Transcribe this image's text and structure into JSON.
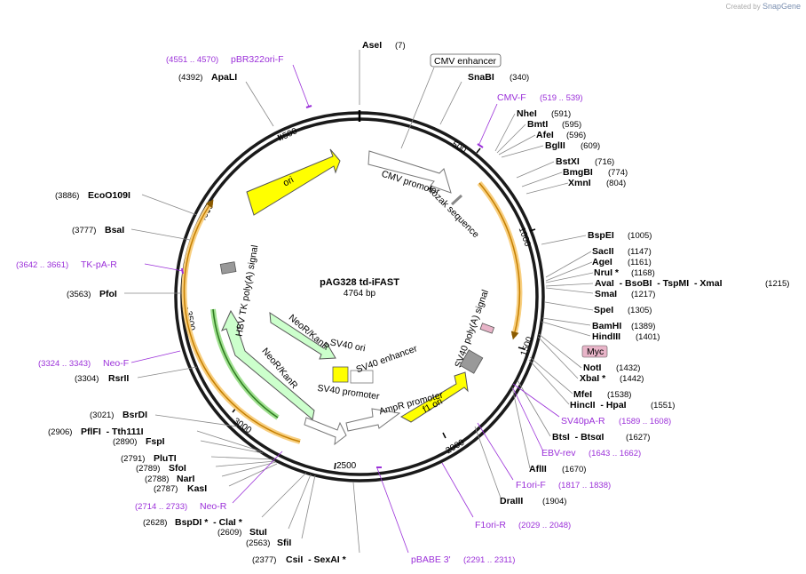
{
  "credit": {
    "created_by": "Created by",
    "brand": "SnapGene"
  },
  "plasmid": {
    "name": "pAG328 td-iFAST",
    "size": "4764 bp"
  },
  "ticks": [
    "500",
    "1000",
    "1500",
    "2000",
    "2500",
    "3000",
    "3500",
    "4000",
    "4500"
  ],
  "enzymes": [
    {
      "name": "AseI",
      "pos": "(7)"
    },
    {
      "name": "SnaBI",
      "pos": "(340)"
    },
    {
      "name": "NheI",
      "pos": "(591)"
    },
    {
      "name": "BmtI",
      "pos": "(595)"
    },
    {
      "name": "AfeI",
      "pos": "(596)"
    },
    {
      "name": "BglII",
      "pos": "(609)"
    },
    {
      "name": "BstXI",
      "pos": "(716)"
    },
    {
      "name": "BmgBI",
      "pos": "(774)"
    },
    {
      "name": "XmnI",
      "pos": "(804)"
    },
    {
      "name": "BspEI",
      "pos": "(1005)"
    },
    {
      "name": "SacII",
      "pos": "(1147)"
    },
    {
      "name": "AgeI",
      "pos": "(1161)"
    },
    {
      "name": "NruI *",
      "pos": "(1168)"
    },
    {
      "name": "AvaI  - BsoBI  - TspMI  - XmaI",
      "pos": "(1215)"
    },
    {
      "name": "SmaI",
      "pos": "(1217)"
    },
    {
      "name": "SpeI",
      "pos": "(1305)"
    },
    {
      "name": "BamHI",
      "pos": "(1389)"
    },
    {
      "name": "HindIII",
      "pos": "(1401)"
    },
    {
      "name": "NotI",
      "pos": "(1432)"
    },
    {
      "name": "XbaI *",
      "pos": "(1442)"
    },
    {
      "name": "MfeI",
      "pos": "(1538)"
    },
    {
      "name": "HincII  - HpaI",
      "pos": "(1551)"
    },
    {
      "name": "BtsI  - BtsαI",
      "pos": "(1627)"
    },
    {
      "name": "AflII",
      "pos": "(1670)"
    },
    {
      "name": "DraIII",
      "pos": "(1904)"
    },
    {
      "name": "CsiI  - SexAI *",
      "pos": "(2377)"
    },
    {
      "name": "SfiI",
      "pos": "(2563)"
    },
    {
      "name": "StuI",
      "pos": "(2609)"
    },
    {
      "name": "BspDI *  - ClaI *",
      "pos": "(2628)"
    },
    {
      "name": "KasI",
      "pos": "(2787)"
    },
    {
      "name": "NarI",
      "pos": "(2788)"
    },
    {
      "name": "SfoI",
      "pos": "(2789)"
    },
    {
      "name": "PluTI",
      "pos": "(2791)"
    },
    {
      "name": "FspI",
      "pos": "(2890)"
    },
    {
      "name": "PflFI  - Tth111I",
      "pos": "(2906)"
    },
    {
      "name": "BsrDI",
      "pos": "(3021)"
    },
    {
      "name": "RsrII",
      "pos": "(3304)"
    },
    {
      "name": "PfoI",
      "pos": "(3563)"
    },
    {
      "name": "BsaI",
      "pos": "(3777)"
    },
    {
      "name": "EcoO109I",
      "pos": "(3886)"
    },
    {
      "name": "ApaLI",
      "pos": "(4392)"
    }
  ],
  "primers": [
    {
      "name": "pBR322ori-F",
      "pos": "(4551 .. 4570)"
    },
    {
      "name": "CMV-F",
      "pos": "(519 .. 539)"
    },
    {
      "name": "SV40pA-R",
      "pos": "(1589 .. 1608)"
    },
    {
      "name": "EBV-rev",
      "pos": "(1643 .. 1662)"
    },
    {
      "name": "F1ori-F",
      "pos": "(1817 .. 1838)"
    },
    {
      "name": "F1ori-R",
      "pos": "(2029 .. 2048)"
    },
    {
      "name": "pBABE 3'",
      "pos": "(2291 .. 2311)"
    },
    {
      "name": "Neo-R",
      "pos": "(2714 .. 2733)"
    },
    {
      "name": "Neo-F",
      "pos": "(3324 .. 3343)"
    },
    {
      "name": "TK-pA-R",
      "pos": "(3642 .. 3661)"
    }
  ],
  "features": {
    "cmv_enhancer": "CMV enhancer",
    "cmv_promoter": "CMV promoter",
    "kozak": "Kozak sequence",
    "myc": "Myc",
    "sv40_polya": "SV40 poly(A) signal",
    "f1_ori": "f1 ori",
    "ampr_promoter": "AmpR promoter",
    "sv40_promoter": "SV40 promoter",
    "sv40_enhancer": "SV40 enhancer",
    "sv40_ori": "SV40 ori",
    "neokanr_1": "NeoR/KanR",
    "neokanr_2": "NeoR/KanR",
    "hsv_tk": "HSV TK poly(A) signal",
    "ori": "ori"
  },
  "colors": {
    "primer": "#9b30d9",
    "ori": "#ffff00",
    "neo": "#ccffcc",
    "orf": "#f2a30f",
    "grey": "#999999",
    "myc": "#e8b4c8"
  }
}
